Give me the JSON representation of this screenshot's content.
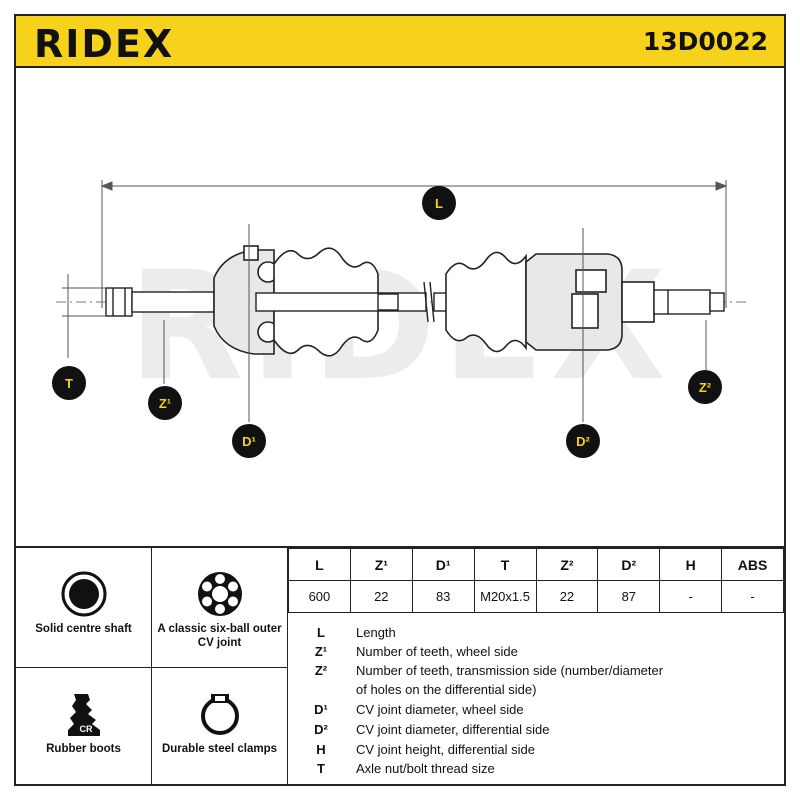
{
  "header": {
    "brand": "RIDEX",
    "part_number": "13D0022",
    "accent_color": "#f7d21c"
  },
  "diagram": {
    "markers": {
      "length": "L",
      "z1": "Z¹",
      "z2": "Z²",
      "d1": "D¹",
      "d2": "D²",
      "thread": "T"
    },
    "watermark": "RIDEX"
  },
  "features": [
    {
      "label": "Solid centre shaft",
      "icon": "solid-shaft-icon"
    },
    {
      "label": "A classic six-ball outer CV joint",
      "icon": "six-ball-joint-icon"
    },
    {
      "label": "Rubber boots",
      "icon": "rubber-boot-icon",
      "badge": "CR"
    },
    {
      "label": "Durable steel clamps",
      "icon": "steel-clamp-icon"
    }
  ],
  "specs": {
    "headers": [
      "L",
      "Z¹",
      "D¹",
      "T",
      "Z²",
      "D²",
      "H",
      "ABS"
    ],
    "values": [
      "600",
      "22",
      "83",
      "M20x1.5",
      "22",
      "87",
      "-",
      "-"
    ]
  },
  "legend": [
    {
      "symbol": "L",
      "desc": "Length"
    },
    {
      "symbol": "Z¹",
      "desc": "Number of teeth, wheel side"
    },
    {
      "symbol": "Z²",
      "desc": "Number of teeth, transmission side (number/diameter"
    },
    {
      "symbol": "",
      "desc": "of holes on the differential side)"
    },
    {
      "symbol": "D¹",
      "desc": "CV joint diameter, wheel side"
    },
    {
      "symbol": "D²",
      "desc": "CV joint diameter, differential side"
    },
    {
      "symbol": "H",
      "desc": "CV joint height, differential side"
    },
    {
      "symbol": "T",
      "desc": "Axle nut/bolt thread size"
    }
  ]
}
